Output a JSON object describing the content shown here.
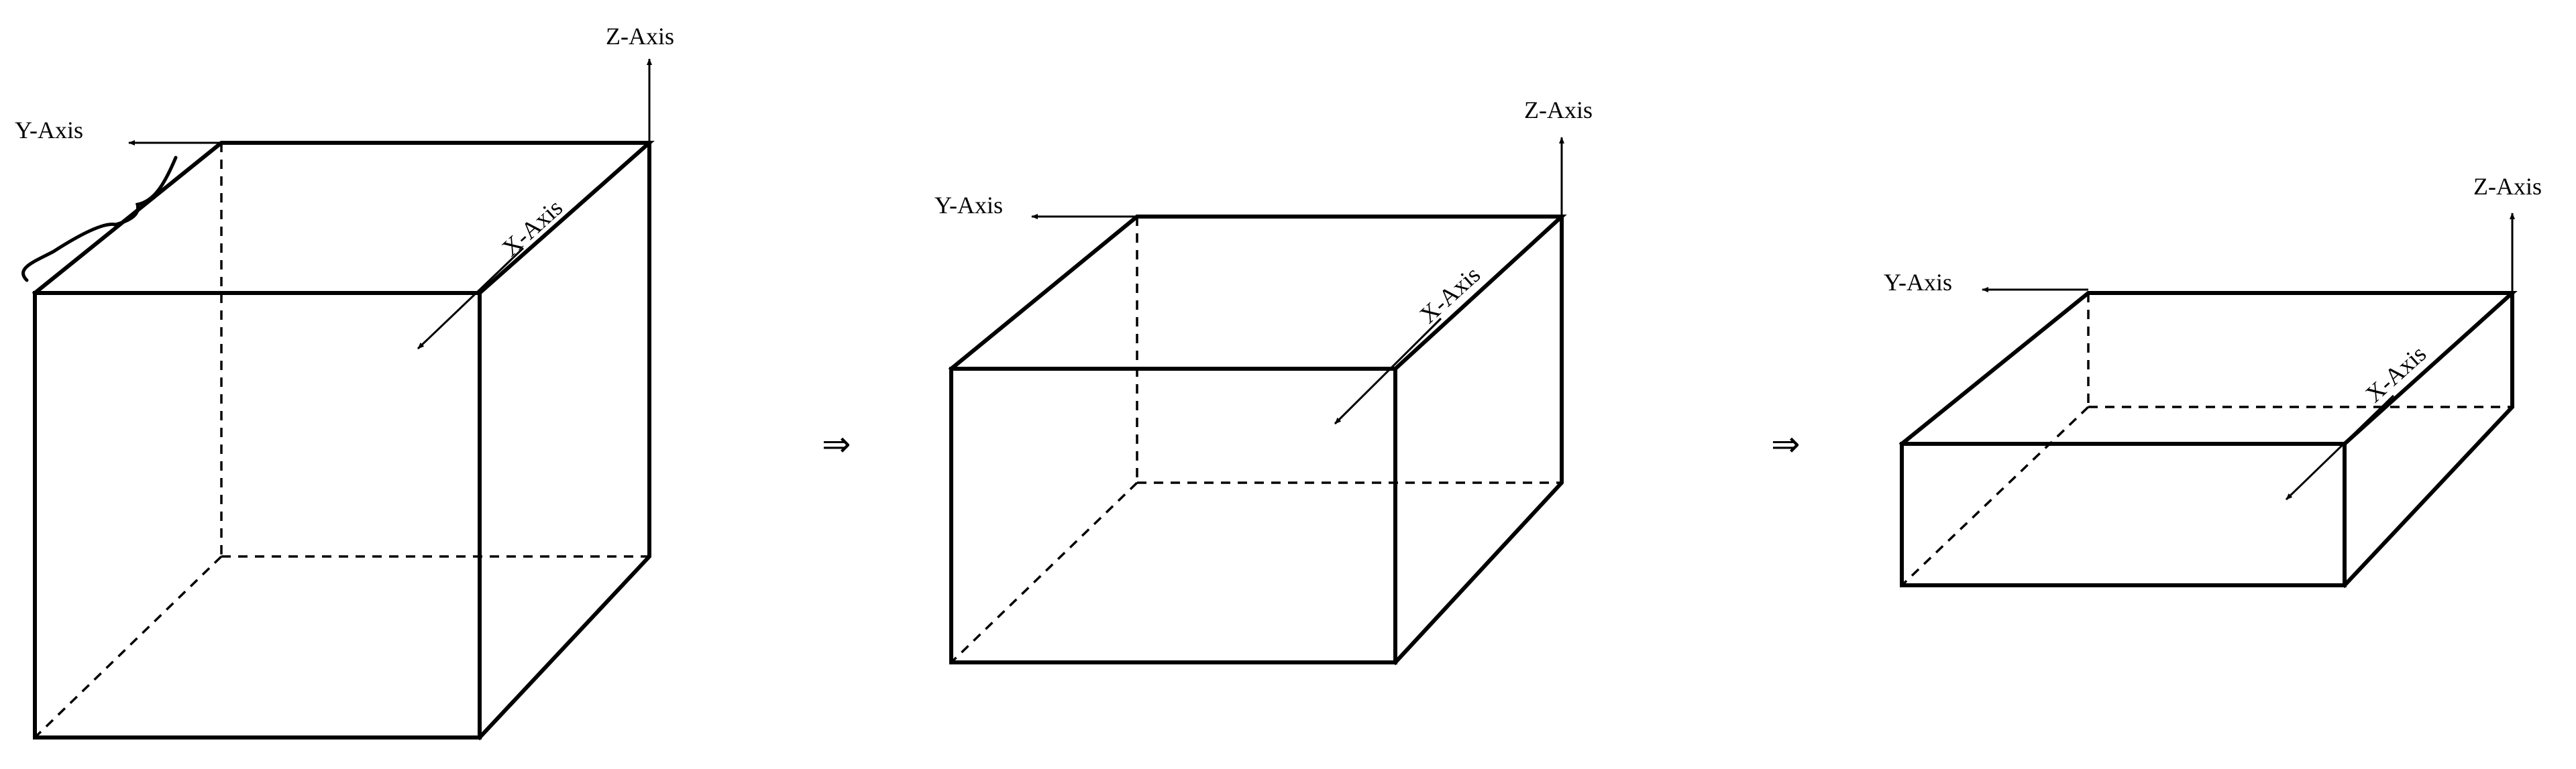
{
  "labels": {
    "y_axis": "Y-Axis",
    "z_axis": "Z-Axis",
    "x_axis": "X-Axis"
  },
  "transition_symbol": "⇒"
}
